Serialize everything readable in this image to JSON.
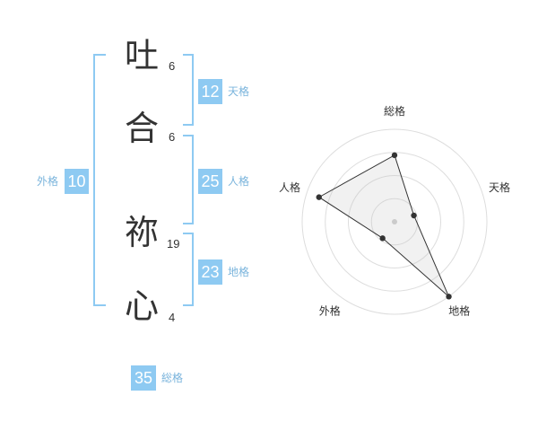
{
  "name": {
    "chars": [
      {
        "char": "吐",
        "strokes": "6"
      },
      {
        "char": "合",
        "strokes": "6"
      },
      {
        "char": "祢",
        "strokes": "19"
      },
      {
        "char": "心",
        "strokes": "4"
      }
    ]
  },
  "fortune": {
    "tenkaku": {
      "value": "12",
      "label": "天格"
    },
    "jinkaku": {
      "value": "25",
      "label": "人格"
    },
    "chikaku": {
      "value": "23",
      "label": "地格"
    },
    "gaikaku": {
      "value": "10",
      "label": "外格"
    },
    "soukaku": {
      "value": "35",
      "label": "総格"
    }
  },
  "colors": {
    "accent": "#8ecaf2",
    "accent_text": "#7ab4dc",
    "text": "#333333"
  },
  "chart_data": {
    "type": "radar",
    "axes": [
      "総格",
      "天格",
      "地格",
      "外格",
      "人格"
    ],
    "values": [
      0.72,
      0.22,
      1.0,
      0.22,
      0.86
    ],
    "rings": 4,
    "range": [
      0,
      1
    ]
  }
}
